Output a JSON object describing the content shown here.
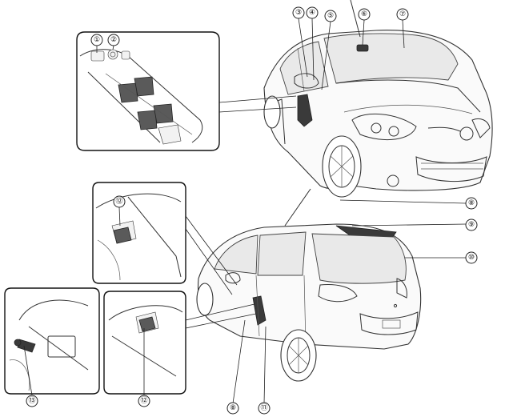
{
  "callouts": [
    {
      "label": "①"
    },
    {
      "label": "②"
    },
    {
      "label": "③"
    },
    {
      "label": "④"
    },
    {
      "label": "⑤"
    },
    {
      "label": "⑥"
    },
    {
      "label": "⑦"
    },
    {
      "label": "⑧"
    },
    {
      "label": "⑨"
    },
    {
      "label": "⑩"
    },
    {
      "label": "⑪"
    },
    {
      "label": "⑫"
    },
    {
      "label": "⑬"
    }
  ]
}
